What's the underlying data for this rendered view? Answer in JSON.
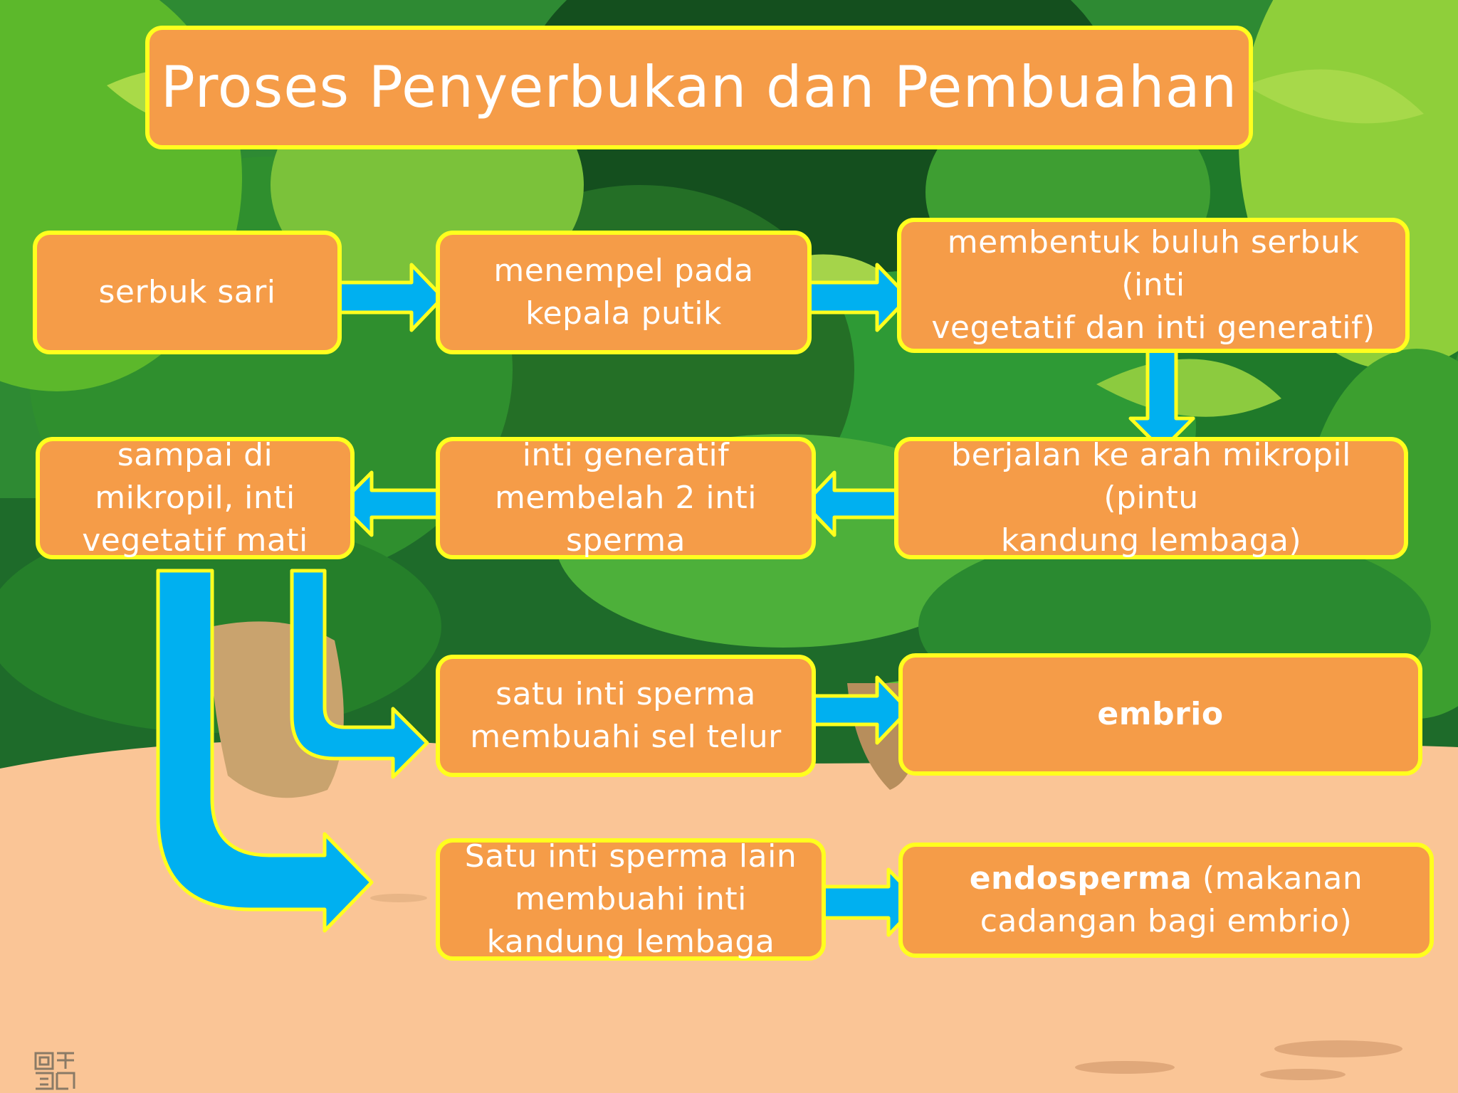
{
  "title": "Proses Penyerbukan dan Pembuahan",
  "nodes": {
    "serbuk_sari": "serbuk sari",
    "menempel": "menempel pada\nkepala putik",
    "buluh": "membentuk buluh serbuk (inti\nvegetatif dan inti generatif)",
    "berjalan": "berjalan ke arah mikropil (pintu\nkandung lembaga)",
    "inti_generatif": "inti generatif\nmembelah 2 inti\nsperma",
    "mikropil": "sampai di\nmikropil, inti\nvegetatif mati",
    "sel_telur": "satu inti sperma\nmembuahi sel telur",
    "embrio": "embrio",
    "kandung": "Satu inti sperma lain\nmembuahi inti\nkandung lembaga",
    "endosperma_bold": "endosperma",
    "endosperma_rest": " (makanan\ncadangan bagi embrio)"
  },
  "colors": {
    "box_fill": "#F59C48",
    "box_border": "#FFFF1E",
    "arrow_fill": "#00B0F0",
    "text": "#FFFFFF"
  }
}
